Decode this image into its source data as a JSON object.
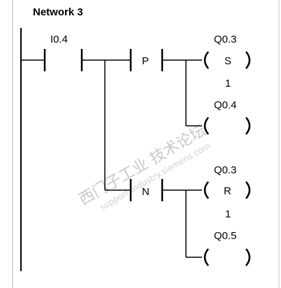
{
  "network": {
    "title": "Network 3"
  },
  "contact": {
    "address": "I0.4"
  },
  "edges": {
    "positive": "P",
    "negative": "N"
  },
  "coils": [
    {
      "address": "Q0.3",
      "mode": "S",
      "count": "1"
    },
    {
      "address": "Q0.4",
      "mode": ""
    },
    {
      "address": "Q0.3",
      "mode": "R",
      "count": "1"
    },
    {
      "address": "Q0.5",
      "mode": ""
    }
  ],
  "watermark": {
    "main": "西门子工业 技术论坛",
    "sub": "support.industry.siemens.com"
  },
  "colors": {
    "line": "#000000",
    "border": "#d9d9d9",
    "watermark": "#c9c9c9"
  }
}
